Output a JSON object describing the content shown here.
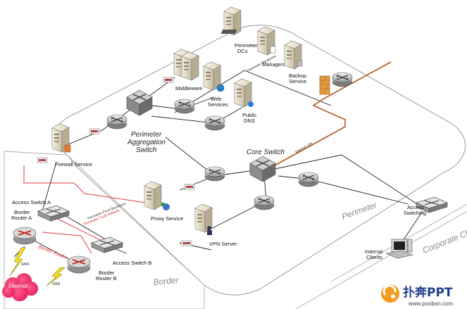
{
  "zones": {
    "perimeter": "Perimeter",
    "border": "Border",
    "corporate": "Corporate Cli"
  },
  "labels": {
    "perimeter_dcs": [
      "Perimeter",
      "DCs"
    ],
    "management": "Management",
    "backup_service": [
      "Backup",
      "Service"
    ],
    "middleware": "Middleware",
    "web_services": [
      "Web",
      "Services"
    ],
    "public_dns": [
      "Public",
      "DNS"
    ],
    "aggregation_switch": [
      "Perimeter",
      "Aggregation",
      "Switch"
    ],
    "firewall_service": "Firewall Service",
    "core_switch": "Core Switch",
    "internal_link": "Internal Link",
    "perimeter_backbone": "Perimeter Backbone",
    "proxy_service": "Proxy Service",
    "vpn_server": "VPN Server",
    "access_switch_a": "Access Switch A",
    "access_switch_b": "Access Switch B",
    "border_router_a": [
      "Border",
      "Router A"
    ],
    "border_router_b": [
      "Border",
      "Router B"
    ],
    "border_router_link": "Border Router",
    "internet": "Internet",
    "access_switching": [
      "Access",
      "Switching"
    ],
    "internal_clients": [
      "Internal",
      "Clients"
    ],
    "perimeter_trust_link": "Perimeter Trust Network",
    "perimeter_front_link": "Perimeter Front Backbone",
    "link_a": "WAN",
    "link_b": "WAN"
  },
  "watermark": {
    "brand": "扑奔PPT",
    "url": "www.pooban.com"
  },
  "colors": {
    "internal_link": "#b5541c",
    "border_links": "#e23b3b",
    "switch_dark": "#6b6b6b",
    "router_red": "#c62828",
    "server_body": "#e9e2cf",
    "watermark_blue": "#1f3d8a",
    "watermark_orange": "#f39a1e"
  }
}
